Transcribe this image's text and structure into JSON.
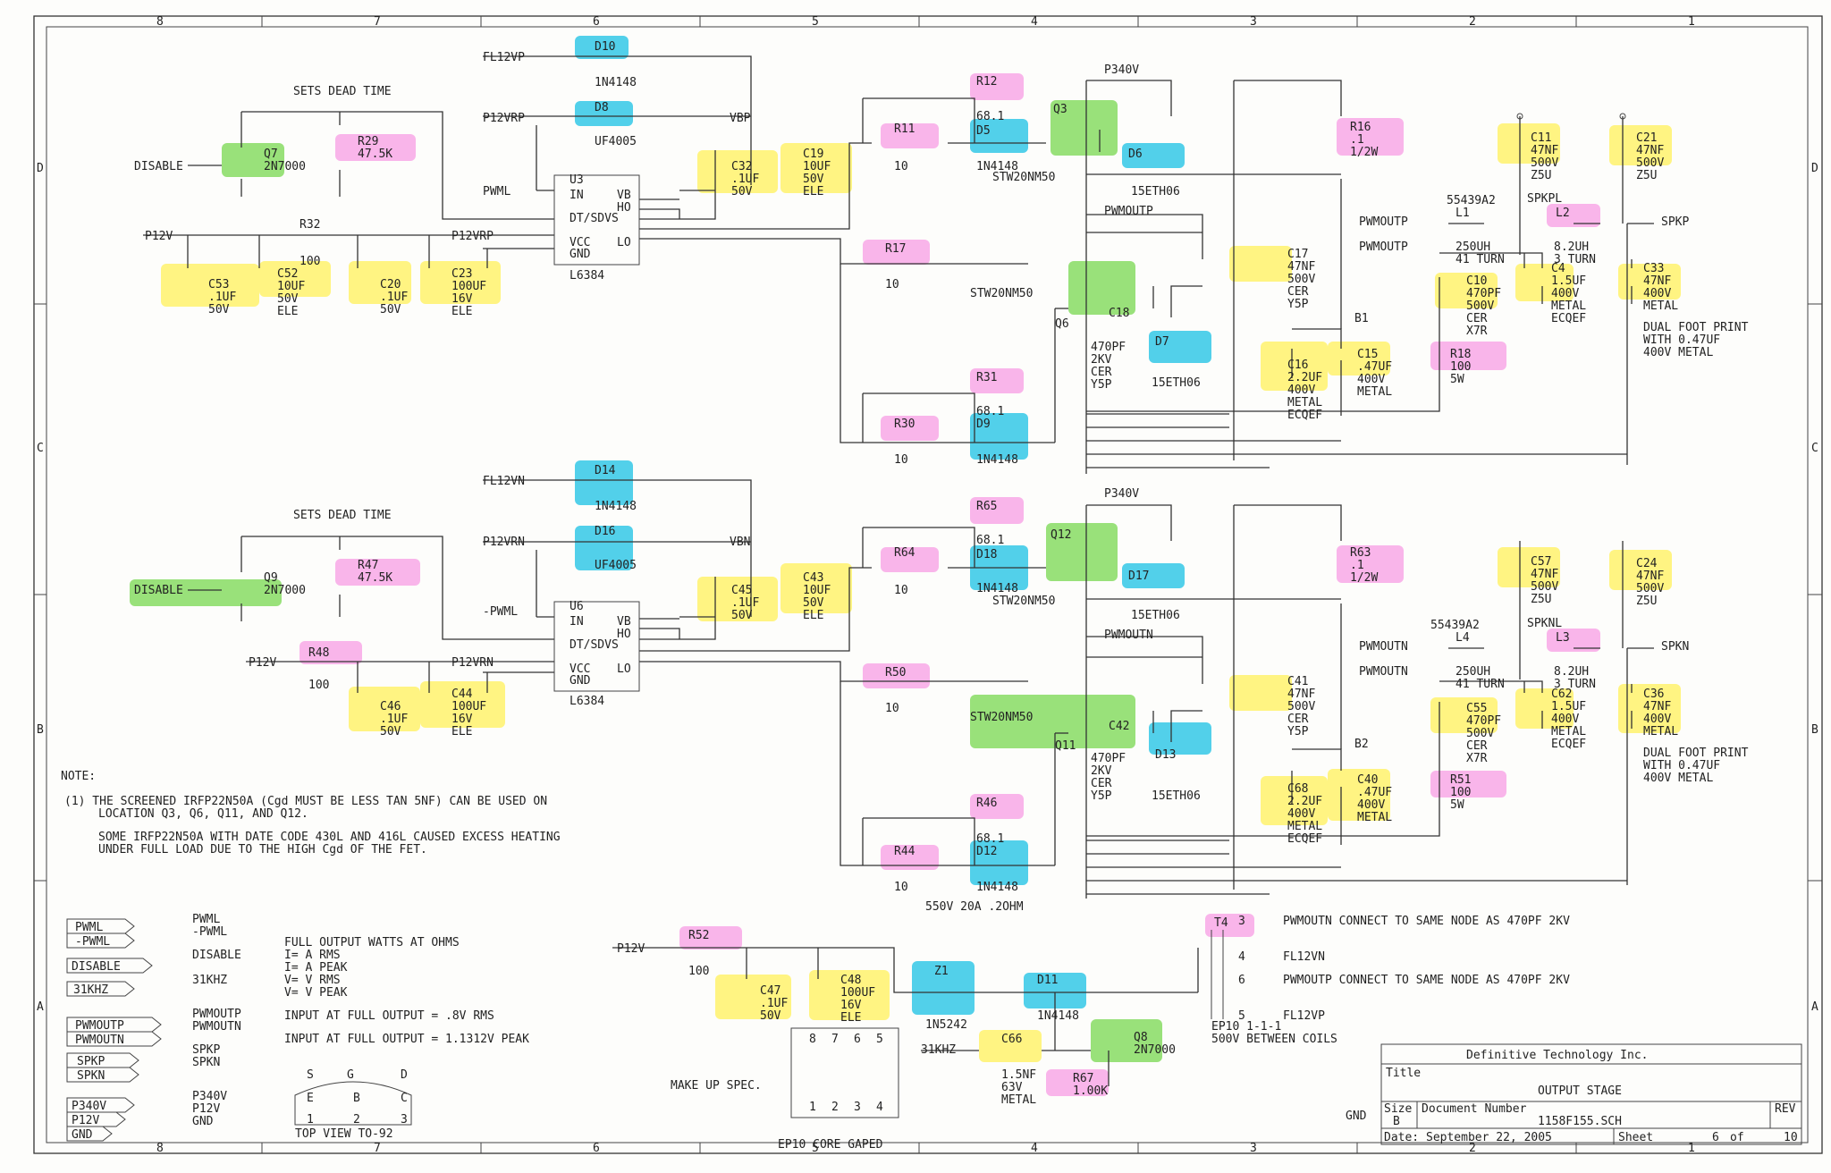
{
  "ruler_top": [
    "8",
    "7",
    "6",
    "5",
    "4",
    "3",
    "2",
    "1"
  ],
  "ruler_side": [
    "D",
    "C",
    "B",
    "A"
  ],
  "top_half": {
    "sets_dead_time": "SETS DEAD TIME",
    "disable": "DISABLE",
    "q7": {
      "ref": "Q7",
      "val": "2N7000"
    },
    "r29": {
      "ref": "R29",
      "val": "47.5K"
    },
    "fl12vp": "FL12VP",
    "p12vrp": "P12VRP",
    "pwml": "PWML",
    "d10": {
      "ref": "D10",
      "val": "1N4148"
    },
    "d8": {
      "ref": "D8",
      "val": "UF4005"
    },
    "vbp": "VBP",
    "u3": {
      "ref": "U3",
      "val": "L6384",
      "pins": [
        "IN",
        "VB",
        "HO",
        "DT/SDVS",
        "VCC",
        "LO",
        "GND"
      ]
    },
    "r32": {
      "ref": "R32",
      "val": "100"
    },
    "p12v": "P12V",
    "p12vrp2": "P12VRP",
    "c53": {
      "ref": "C53",
      "v1": ".1UF",
      "v2": "50V"
    },
    "c52": {
      "ref": "C52",
      "v1": "10UF",
      "v2": "50V",
      "v3": "ELE"
    },
    "c20": {
      "ref": "C20",
      "v1": ".1UF",
      "v2": "50V"
    },
    "c23": {
      "ref": "C23",
      "v1": "100UF",
      "v2": "16V",
      "v3": "ELE"
    },
    "c32": {
      "ref": "C32",
      "v1": ".1UF",
      "v2": "50V"
    },
    "c19": {
      "ref": "C19",
      "v1": "10UF",
      "v2": "50V",
      "v3": "ELE"
    },
    "r12": "R12",
    "r11": {
      "ref": "R11",
      "val": "10"
    },
    "d5": {
      "ref": "D5",
      "v0": "68.1",
      "val": "1N4148"
    },
    "q3": "Q3",
    "stw_top": "STW20NM50",
    "p340v": "P340V",
    "d6": "D6",
    "eth1": "15ETH06",
    "pwmoutp": "PWMOUTP",
    "r17": {
      "ref": "R17",
      "val": "10"
    },
    "stw_q6": "STW20NM50",
    "q6": "Q6",
    "c18": {
      "ref": "C18",
      "v1": "470PF",
      "v2": "2KV",
      "v3": "CER",
      "v4": "Y5P"
    },
    "d7": "D7",
    "eth2": "15ETH06",
    "r31": "R31",
    "r30": {
      "ref": "R30",
      "val": "10"
    },
    "d9": {
      "ref": "D9",
      "v0": "68.1",
      "val": "1N4148"
    },
    "r16": {
      "ref": "R16",
      "v1": ".1",
      "v2": "1/2W"
    },
    "c17": {
      "ref": "C17",
      "v1": "47NF",
      "v2": "500V",
      "v3": "CER",
      "v4": "Y5P"
    },
    "c16": {
      "ref": "C16",
      "v1": "2.2UF",
      "v2": "400V",
      "v3": "METAL",
      "v4": "ECQEF"
    },
    "c15": {
      "ref": "C15",
      "v1": ".47UF",
      "v2": "400V",
      "v3": "METAL"
    },
    "b1": "B1",
    "r18": {
      "ref": "R18",
      "v1": "100",
      "v2": "5W"
    },
    "c11": {
      "ref": "C11",
      "v1": "47NF",
      "v2": "500V",
      "v3": "Z5U"
    },
    "c21": {
      "ref": "C21",
      "v1": "47NF",
      "v2": "500V",
      "v3": "Z5U"
    },
    "l1": {
      "ref": "L1",
      "val": "55439A2",
      "v1": "250UH",
      "v2": "41 TURN"
    },
    "spkpl": "SPKPL",
    "l2": {
      "ref": "L2",
      "v1": "8.2UH",
      "v2": "3 TURN"
    },
    "spkp": "SPKP",
    "pwmoutp_in": "PWMOUTP",
    "pwmoutp_in2": "PWMOUTP",
    "c10": {
      "ref": "C10",
      "v1": "470PF",
      "v2": "500V",
      "v3": "CER",
      "v4": "X7R"
    },
    "c4": {
      "ref": "C4",
      "v1": "1.5UF",
      "v2": "400V",
      "v3": "METAL",
      "v4": "ECQEF"
    },
    "c33": {
      "ref": "C33",
      "v1": "47NF",
      "v2": "400V",
      "v3": "METAL"
    },
    "dual": [
      "DUAL FOOT PRINT",
      "WITH 0.47UF",
      "400V METAL"
    ]
  },
  "bottom_half": {
    "sets_dead_time": "SETS DEAD TIME",
    "disable": "DISABLE",
    "q9": {
      "ref": "Q9",
      "val": "2N7000"
    },
    "r47": {
      "ref": "R47",
      "val": "47.5K"
    },
    "fl12vn": "FL12VN",
    "p12vrn": "P12VRN",
    "pwml": "-PWML",
    "d14": {
      "ref": "D14",
      "val": "1N4148"
    },
    "d16": {
      "ref": "D16",
      "val": "UF4005"
    },
    "vbn": "VBN",
    "u6": {
      "ref": "U6",
      "val": "L6384"
    },
    "r48": {
      "ref": "R48",
      "val": "100"
    },
    "p12v": "P12V",
    "p12vrn2": "P12VRN",
    "c46": {
      "ref": "C46",
      "v1": ".1UF",
      "v2": "50V"
    },
    "c44": {
      "ref": "C44",
      "v1": "100UF",
      "v2": "16V",
      "v3": "ELE"
    },
    "c45": {
      "ref": "C45",
      "v1": ".1UF",
      "v2": "50V"
    },
    "c43": {
      "ref": "C43",
      "v1": "10UF",
      "v2": "50V",
      "v3": "ELE"
    },
    "r65": "R65",
    "r64": {
      "ref": "R64",
      "val": "10"
    },
    "d18": {
      "ref": "D18",
      "v0": "68.1",
      "val": "1N4148"
    },
    "q12": "Q12",
    "stw_top": "STW20NM50",
    "p340v": "P340V",
    "d17": "D17",
    "eth1": "15ETH06",
    "pwmoutn": "PWMOUTN",
    "r50": {
      "ref": "R50",
      "val": "10"
    },
    "stw_q11": "STW20NM50",
    "q11": "Q11",
    "c42": {
      "ref": "C42",
      "v1": "470PF",
      "v2": "2KV",
      "v3": "CER",
      "v4": "Y5P"
    },
    "d13": "D13",
    "eth2": "15ETH06",
    "r46": "R46",
    "r44": {
      "ref": "R44",
      "val": "10"
    },
    "d12": {
      "ref": "D12",
      "v0": "68.1",
      "val": "1N4148"
    },
    "fuse": "550V 20A .2OHM",
    "r63": {
      "ref": "R63",
      "v1": ".1",
      "v2": "1/2W"
    },
    "c41": {
      "ref": "C41",
      "v1": "47NF",
      "v2": "500V",
      "v3": "CER",
      "v4": "Y5P"
    },
    "c68": {
      "ref": "C68",
      "v1": "2.2UF",
      "v2": "400V",
      "v3": "METAL",
      "v4": "ECQEF"
    },
    "c40": {
      "ref": "C40",
      "v1": ".47UF",
      "v2": "400V",
      "v3": "METAL"
    },
    "b2": "B2",
    "r51": {
      "ref": "R51",
      "v1": "100",
      "v2": "5W"
    },
    "c57": {
      "ref": "C57",
      "v1": "47NF",
      "v2": "500V",
      "v3": "Z5U"
    },
    "c24": {
      "ref": "C24",
      "v1": "47NF",
      "v2": "500V",
      "v3": "Z5U"
    },
    "l4": {
      "ref": "L4",
      "val": "55439A2",
      "v1": "250UH",
      "v2": "41 TURN"
    },
    "spknl": "SPKNL",
    "l3": {
      "ref": "L3",
      "v1": "8.2UH",
      "v2": "3 TURN"
    },
    "spkn": "SPKN",
    "pwmoutn_in": "PWMOUTN",
    "pwmoutn_in2": "PWMOUTN",
    "c55": {
      "ref": "C55",
      "v1": "470PF",
      "v2": "500V",
      "v3": "CER",
      "v4": "X7R"
    },
    "c62": {
      "ref": "C62",
      "v1": "1.5UF",
      "v2": "400V",
      "v3": "METAL",
      "v4": "ECQEF"
    },
    "c36": {
      "ref": "C36",
      "v1": "47NF",
      "v2": "400V",
      "v3": "METAL"
    },
    "dual": [
      "DUAL FOOT PRINT",
      "WITH 0.47UF",
      "400V METAL"
    ]
  },
  "notes": {
    "title": "NOTE:",
    "n1": "(1)  THE SCREENED IRFP22N50A (Cgd MUST BE LESS TAN 5NF) CAN BE USED ON",
    "n2": "LOCATION Q3, Q6, Q11, AND Q12.",
    "n3": "SOME IRFP22N50A WITH DATE CODE 430L AND 416L CAUSED EXCESS HEATING",
    "n4": "UNDER FULL LOAD DUE TO THE HIGH Cgd OF THE FET."
  },
  "ports": [
    {
      "box": "PWML",
      "txt": [
        "PWML",
        "-PWML"
      ]
    },
    {
      "box": "-PWML",
      "txt": []
    },
    {
      "box": "DISABLE",
      "txt": [
        "DISABLE"
      ]
    },
    {
      "box": "31KHZ",
      "txt": [
        "31KHZ"
      ]
    },
    {
      "box": "PWMOUTP",
      "txt": [
        "PWMOUTP",
        "PWMOUTN"
      ]
    },
    {
      "box": "PWMOUTN",
      "txt": []
    },
    {
      "box": "SPKP",
      "txt": [
        "SPKP",
        "SPKN"
      ]
    },
    {
      "box": "SPKN",
      "txt": []
    },
    {
      "box": "P340V",
      "txt": [
        "P340V",
        "P12V",
        "GND"
      ]
    },
    {
      "box": "P12V",
      "txt": []
    },
    {
      "box": "GND",
      "txt": []
    }
  ],
  "output_info": {
    "l1": "FULL OUTPUT    WATTS AT OHMS",
    "l2": "I= A RMS",
    "l3": "I= A PEAK",
    "l4": "V= V RMS",
    "l5": "V= V PEAK",
    "in1": "INPUT AT FULL OUTPUT = .8V RMS",
    "in2": "INPUT AT FULL OUTPUT = 1.1312V PEAK"
  },
  "to92": {
    "sgd": [
      "S",
      "G",
      "D"
    ],
    "ebc": [
      "E",
      "B",
      "C"
    ],
    "nums": [
      "1",
      "2",
      "3"
    ],
    "label": "TOP VIEW TO-92"
  },
  "aux": {
    "p12v": "P12V",
    "r52": {
      "ref": "R52",
      "val": "100"
    },
    "c47": {
      "ref": "C47",
      "v1": ".1UF",
      "v2": "50V"
    },
    "c48": {
      "ref": "C48",
      "v1": "100UF",
      "v2": "16V",
      "v3": "ELE"
    },
    "z1": {
      "ref": "Z1",
      "val": "1N5242"
    },
    "d11": {
      "ref": "D11",
      "val": "1N4148"
    },
    "khz": "31KHZ",
    "c66": {
      "ref": "C66",
      "v1": "1.5NF",
      "v2": "63V",
      "v3": "METAL"
    },
    "r67": {
      "ref": "R67",
      "val": "1.00K"
    },
    "q8": {
      "ref": "Q8",
      "val": "2N7000"
    },
    "makeup": "MAKE UP SPEC.",
    "ep_top": [
      "8",
      "7",
      "6",
      "5"
    ],
    "ep_bot": [
      "1",
      "2",
      "3",
      "4"
    ],
    "ep_label": "EP10 CORE GAPED",
    "t4": "T4",
    "t4_lines": [
      {
        "pin": "3",
        "txt": "PWMOUTN  CONNECT TO SAME NODE AS 470PF 2KV"
      },
      {
        "pin": "4",
        "txt": "FL12VN"
      },
      {
        "pin": "6",
        "txt": "PWMOUTP  CONNECT TO SAME NODE AS 470PF 2KV"
      },
      {
        "pin": "5",
        "txt": "FL12VP"
      }
    ],
    "ep10": "EP10 1-1-1",
    "ep10b": "500V BETWEEN COILS"
  },
  "title_block": {
    "company": "Definitive Technology Inc.",
    "title_lbl": "Title",
    "title": "OUTPUT STAGE",
    "size_lbl": "Size",
    "size": "B",
    "docnum_lbl": "Document Number",
    "docnum": "1158F155.SCH",
    "rev_lbl": "REV",
    "date_lbl": "Date:",
    "date": "September 22, 2005",
    "sheet_lbl": "Sheet",
    "sheet": "6",
    "of_lbl": "of",
    "of": "10",
    "gnd": "GND"
  }
}
